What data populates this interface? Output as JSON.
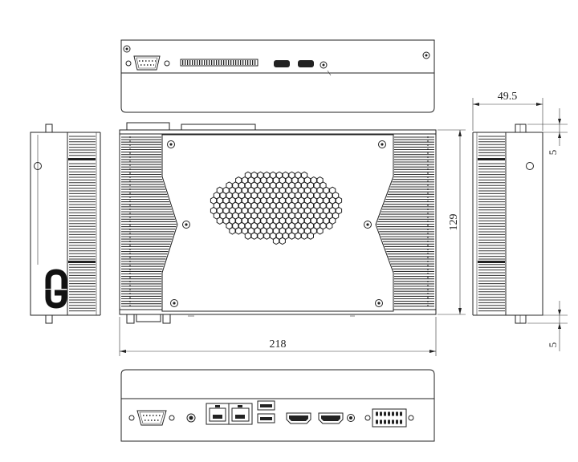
{
  "drawing": {
    "dimensions": {
      "width": "218",
      "height": "129",
      "depth": "49.5",
      "foot_top": "5",
      "foot_bottom": "5"
    },
    "brand_logo": "up"
  }
}
